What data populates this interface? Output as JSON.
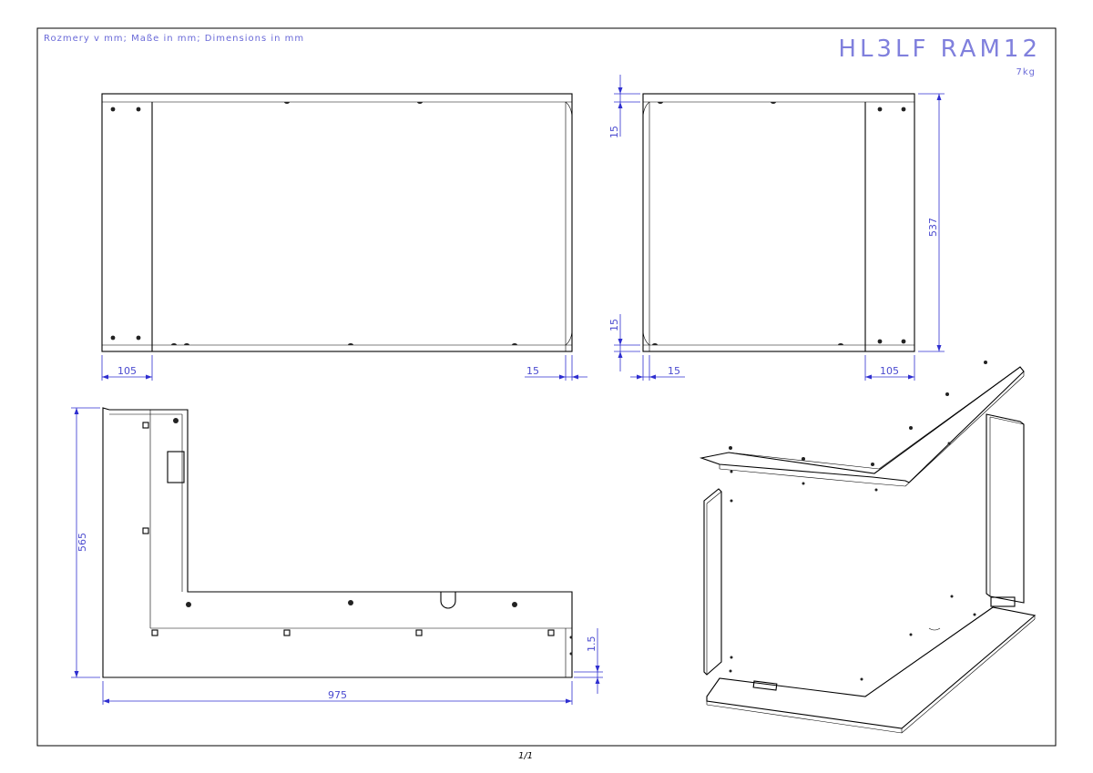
{
  "header": {
    "units_note": "Rozmery v mm; Maße in mm; Dimensions in mm",
    "title": "HL3LF RAM12",
    "weight": "7kg"
  },
  "dimensions": {
    "front_left_width": "105",
    "front_right_offset": "15",
    "side_top_offset": "15",
    "side_bottom_offset": "15",
    "side_height": "537",
    "side_left_offset": "15",
    "side_right_width": "105",
    "plan_depth": "565",
    "plan_width": "975",
    "plan_step": "1.5"
  },
  "footer": {
    "page": "1/1"
  }
}
